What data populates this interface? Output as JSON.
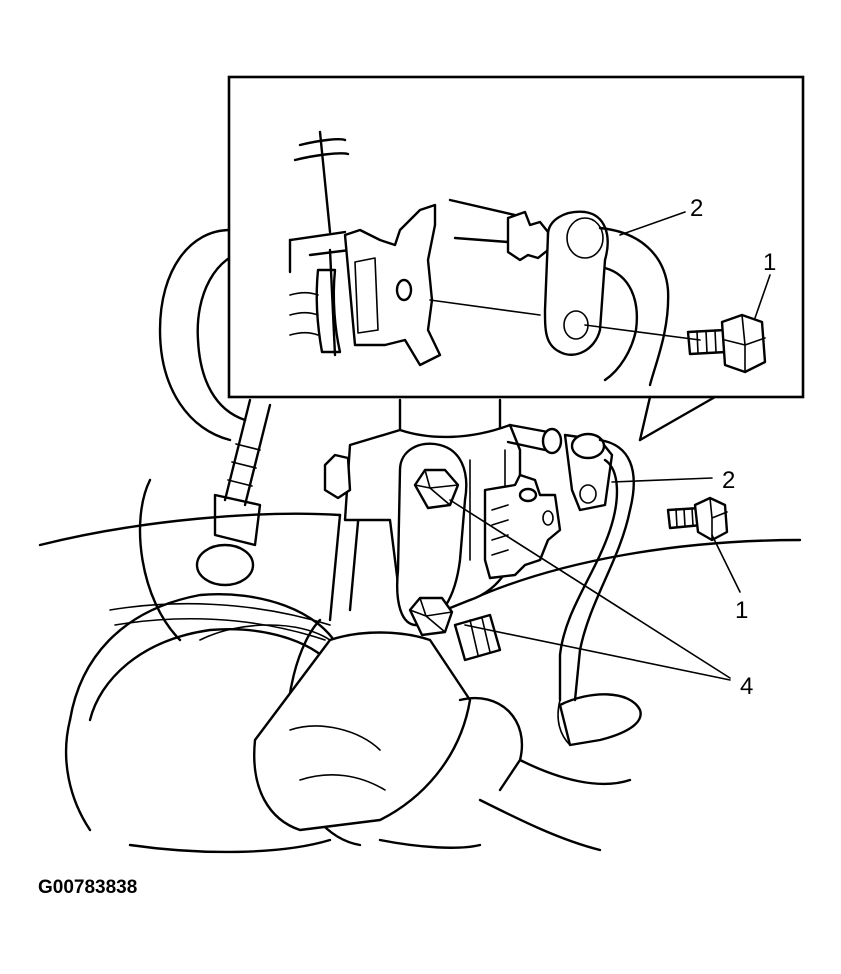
{
  "figure_id": "G00783838",
  "callouts": {
    "bolt_inset": "1",
    "hose_inset": "2",
    "hose_main": "2",
    "bolt_main": "1",
    "strut_bolts": "4"
  },
  "colors": {
    "ink": "#000000",
    "paper": "#ffffff"
  }
}
